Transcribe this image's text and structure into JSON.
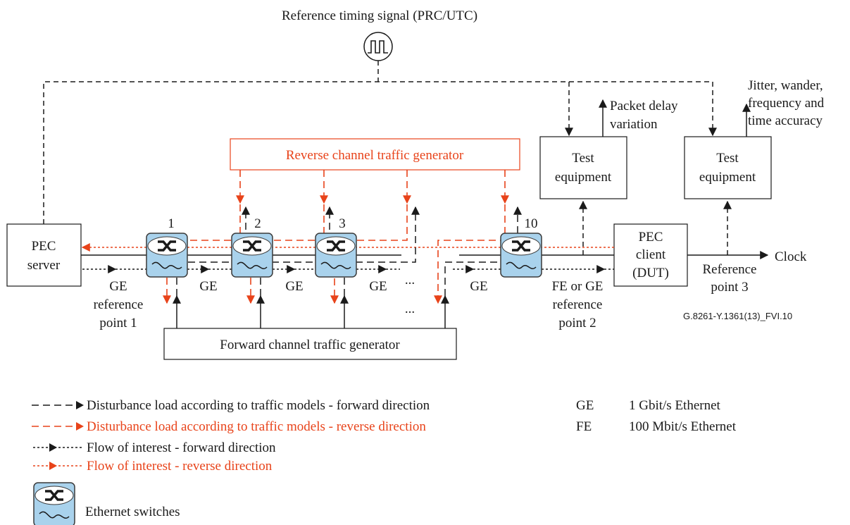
{
  "colors": {
    "black": "#1a1a1a",
    "red": "#e8431a",
    "switch_fill": "#a9d2ec",
    "switch_border": "#3a3a3a"
  },
  "timing": {
    "title": "Reference timing signal (PRC/UTC)",
    "icon": "square-wave-icon"
  },
  "pec_server": {
    "line1": "PEC",
    "line2": "server"
  },
  "pec_client": {
    "line1": "PEC",
    "line2": "client",
    "line3": "(DUT)"
  },
  "reverse_generator": {
    "label": "Reverse channel traffic generator"
  },
  "forward_generator": {
    "label": "Forward channel traffic generator"
  },
  "test_equipment_1": {
    "line1": "Test",
    "line2": "equipment",
    "output_line1": "Packet delay",
    "output_line2": "variation"
  },
  "test_equipment_2": {
    "line1": "Test",
    "line2": "equipment",
    "output_line1": "Jitter, wander,",
    "output_line2": "frequency and",
    "output_line3": "time accuracy"
  },
  "switches": [
    {
      "number": "1"
    },
    {
      "number": "2"
    },
    {
      "number": "3"
    },
    {
      "number": "10"
    }
  ],
  "links": {
    "ge1": "GE",
    "ge2": "GE",
    "ge3": "GE",
    "ge4": "GE",
    "ge5": "GE",
    "ellipsis_top": "...",
    "ellipsis_bottom": "..."
  },
  "reference_points": {
    "rp1_line1": "GE",
    "rp1_line2": "reference",
    "rp1_line3": "point 1",
    "rp2_line1": "FE or GE",
    "rp2_line2": "reference",
    "rp2_line3": "point 2",
    "rp3_line1": "Reference",
    "rp3_line2": "point 3"
  },
  "clock_label": "Clock",
  "figure_id": "G.8261-Y.1361(13)_FVI.10",
  "legend": {
    "items": [
      {
        "label": "Disturbance load according to traffic models - forward direction",
        "color": "#1a1a1a"
      },
      {
        "label": "Disturbance load according to traffic models - reverse direction",
        "color": "#e8431a"
      },
      {
        "label": "Flow of interest - forward direction",
        "color": "#1a1a1a"
      },
      {
        "label": "Flow of interest  - reverse direction",
        "color": "#e8431a"
      }
    ],
    "switch_label": "Ethernet switches",
    "abbreviations": [
      {
        "abbr": "GE",
        "meaning": "1 Gbit/s Ethernet"
      },
      {
        "abbr": "FE",
        "meaning": "100 Mbit/s Ethernet"
      }
    ]
  }
}
